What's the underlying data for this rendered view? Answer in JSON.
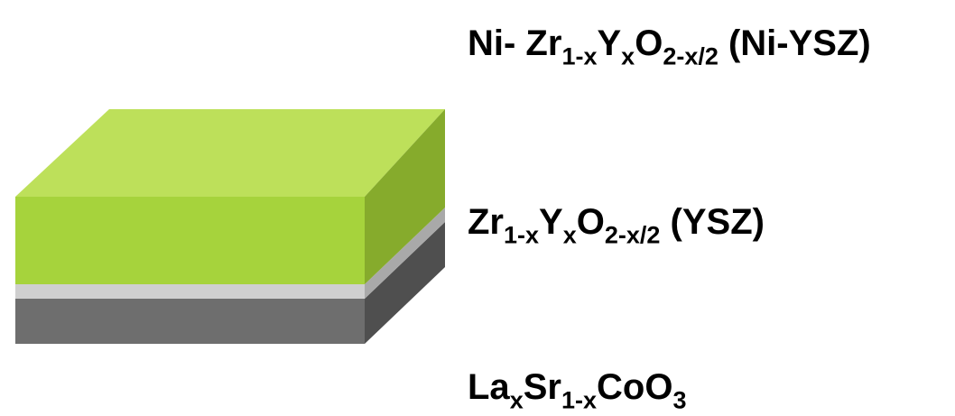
{
  "layers": [
    {
      "id": "anode",
      "label_parts": [
        {
          "t": "Ni- Zr"
        },
        {
          "t": "1-x",
          "sub": true
        },
        {
          "t": "Y"
        },
        {
          "t": "x",
          "sub": true
        },
        {
          "t": "O"
        },
        {
          "t": "2-x/2",
          "sub": true
        },
        {
          "t": " (Ni-YSZ)"
        }
      ],
      "colors": {
        "front": "#a6d33c",
        "top": "#bde05a",
        "side": "#86ab2c"
      }
    },
    {
      "id": "electrolyte",
      "label_parts": [
        {
          "t": "Zr"
        },
        {
          "t": "1-x",
          "sub": true
        },
        {
          "t": "Y"
        },
        {
          "t": "x",
          "sub": true
        },
        {
          "t": "O"
        },
        {
          "t": "2-x/2",
          "sub": true
        },
        {
          "t": " (YSZ)"
        }
      ],
      "colors": {
        "front": "#cfcfcf",
        "top": "#e2e2e2",
        "side": "#a9a9a9"
      }
    },
    {
      "id": "cathode",
      "label_parts": [
        {
          "t": "La"
        },
        {
          "t": "x",
          "sub": true
        },
        {
          "t": "Sr"
        },
        {
          "t": "1-x",
          "sub": true
        },
        {
          "t": "CoO"
        },
        {
          "t": "3",
          "sub": true
        }
      ],
      "colors": {
        "front": "#6e6e6e",
        "top": "#8a8a8a",
        "side": "#4f4f4f"
      }
    }
  ]
}
